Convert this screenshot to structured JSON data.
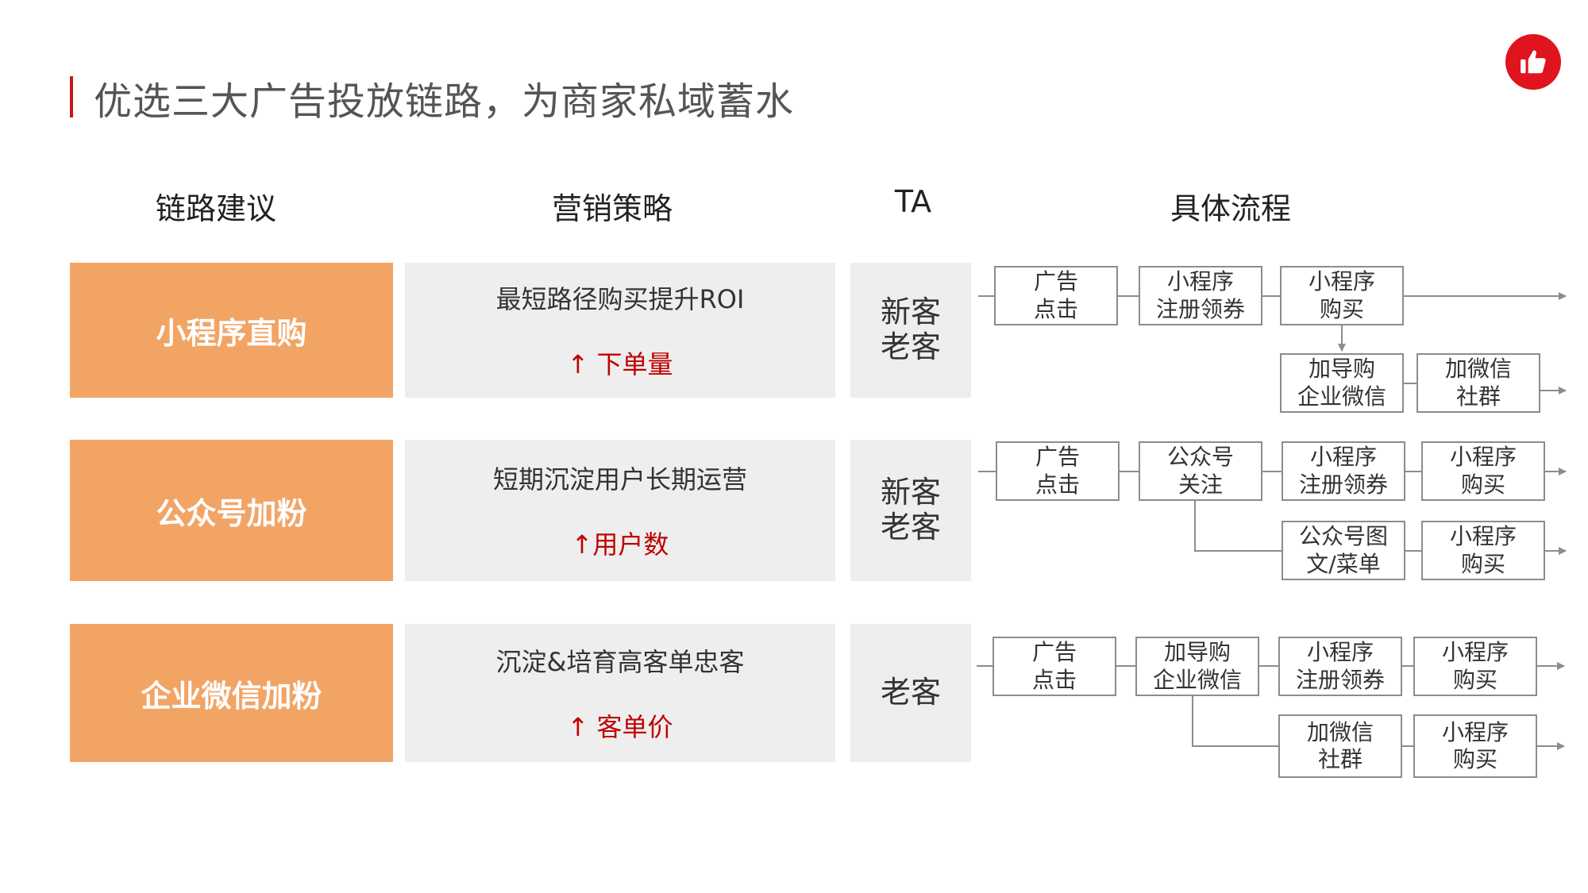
{
  "title": "优选三大广告投放链路，为商家私域蓄水",
  "logo_icon": "thumbs-up-icon",
  "colors": {
    "accent": "#c8161d",
    "label_bg": "#f2a465",
    "cell_bg": "#eeeeee",
    "kpi": "#c00000",
    "connector": "#8c8c8c"
  },
  "headers": {
    "route": "链路建议",
    "strategy": "营销策略",
    "ta": "TA",
    "flow": "具体流程"
  },
  "rows": [
    {
      "label": "小程序直购",
      "strategy": "最短路径购买提升ROI",
      "kpi": "↑ 下单量",
      "ta": "新客\n老客",
      "flow": [
        "广告\n点击",
        "小程序\n注册领券",
        "小程序\n购买",
        "加导购\n企业微信",
        "加微信\n社群"
      ]
    },
    {
      "label": "公众号加粉",
      "strategy": "短期沉淀用户长期运营",
      "kpi": "↑用户数",
      "ta": "新客\n老客",
      "flow": [
        "广告\n点击",
        "公众号\n关注",
        "小程序\n注册领券",
        "小程序\n购买",
        "公众号图\n文/菜单",
        "小程序\n购买"
      ]
    },
    {
      "label": "企业微信加粉",
      "strategy": "沉淀&培育高客单忠客",
      "kpi": "↑ 客单价",
      "ta": "老客",
      "flow": [
        "广告\n点击",
        "加导购\n企业微信",
        "小程序\n注册领券",
        "小程序\n购买",
        "加微信\n社群",
        "小程序\n购买"
      ]
    }
  ]
}
